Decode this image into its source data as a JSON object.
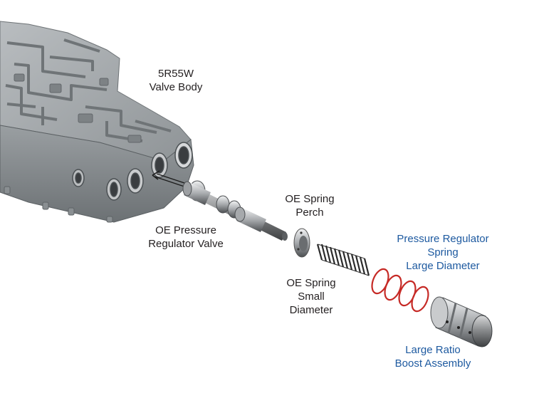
{
  "colors": {
    "standard_label": "#231f20",
    "upgrade_label": "#1e5aa0",
    "casting": "#9ea3a6",
    "spring_red": "#c62a26",
    "spring_black": "#2b2b2b"
  },
  "labels": {
    "valve_body": [
      "5R55W",
      "Valve Body"
    ],
    "oe_regulator_valve": [
      "OE Pressure",
      "Regulator Valve"
    ],
    "oe_spring_perch": [
      "OE Spring",
      "Perch"
    ],
    "oe_spring_small": [
      "OE Spring",
      "Small",
      "Diameter"
    ],
    "pr_spring_large": [
      "Pressure Regulator",
      "Spring",
      "Large Diameter"
    ],
    "boost_assembly": [
      "Large Ratio",
      "Boost Assembly"
    ]
  }
}
